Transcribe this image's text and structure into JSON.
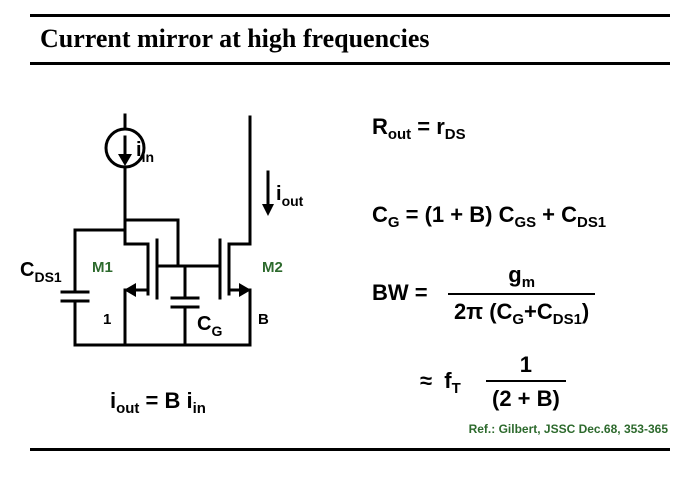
{
  "title": "Current mirror at high frequencies",
  "circuit": {
    "i_in": "i",
    "i_in_sub": "in",
    "i_out": "i",
    "i_out_sub": "out",
    "c_ds1": "C",
    "c_ds1_sub": "DS1",
    "m1": "M1",
    "m2": "M2",
    "one": "1",
    "c_g": "C",
    "c_g_sub": "G",
    "b": "B"
  },
  "eq_gain": {
    "lhs": "i",
    "lhs_sub": "out",
    "mid": " = B i",
    "mid_sub": "in"
  },
  "eq_rout": {
    "a": "R",
    "a_sub": "out",
    "b": " = r",
    "b_sub": "DS"
  },
  "eq_cg": {
    "a": "C",
    "a_sub": "G",
    "b": " = (1 + B) C",
    "b_sub": "GS",
    "c": " + C",
    "c_sub": "DS1"
  },
  "eq_bw": {
    "lhs": "BW =",
    "num": "g",
    "num_sub": "m",
    "den_a": "2π (C",
    "den_a_sub": "G",
    "den_b": "+C",
    "den_b_sub": "DS1",
    "den_c": ")"
  },
  "eq_approx": {
    "lhs": "≈  f",
    "lhs_sub": "T",
    "num": "1",
    "den": "(2 + B)"
  },
  "reference": "Ref.: Gilbert, JSSC Dec.68, 353-365",
  "colors": {
    "green_label": "#2d6a2d",
    "ink": "#000000"
  }
}
